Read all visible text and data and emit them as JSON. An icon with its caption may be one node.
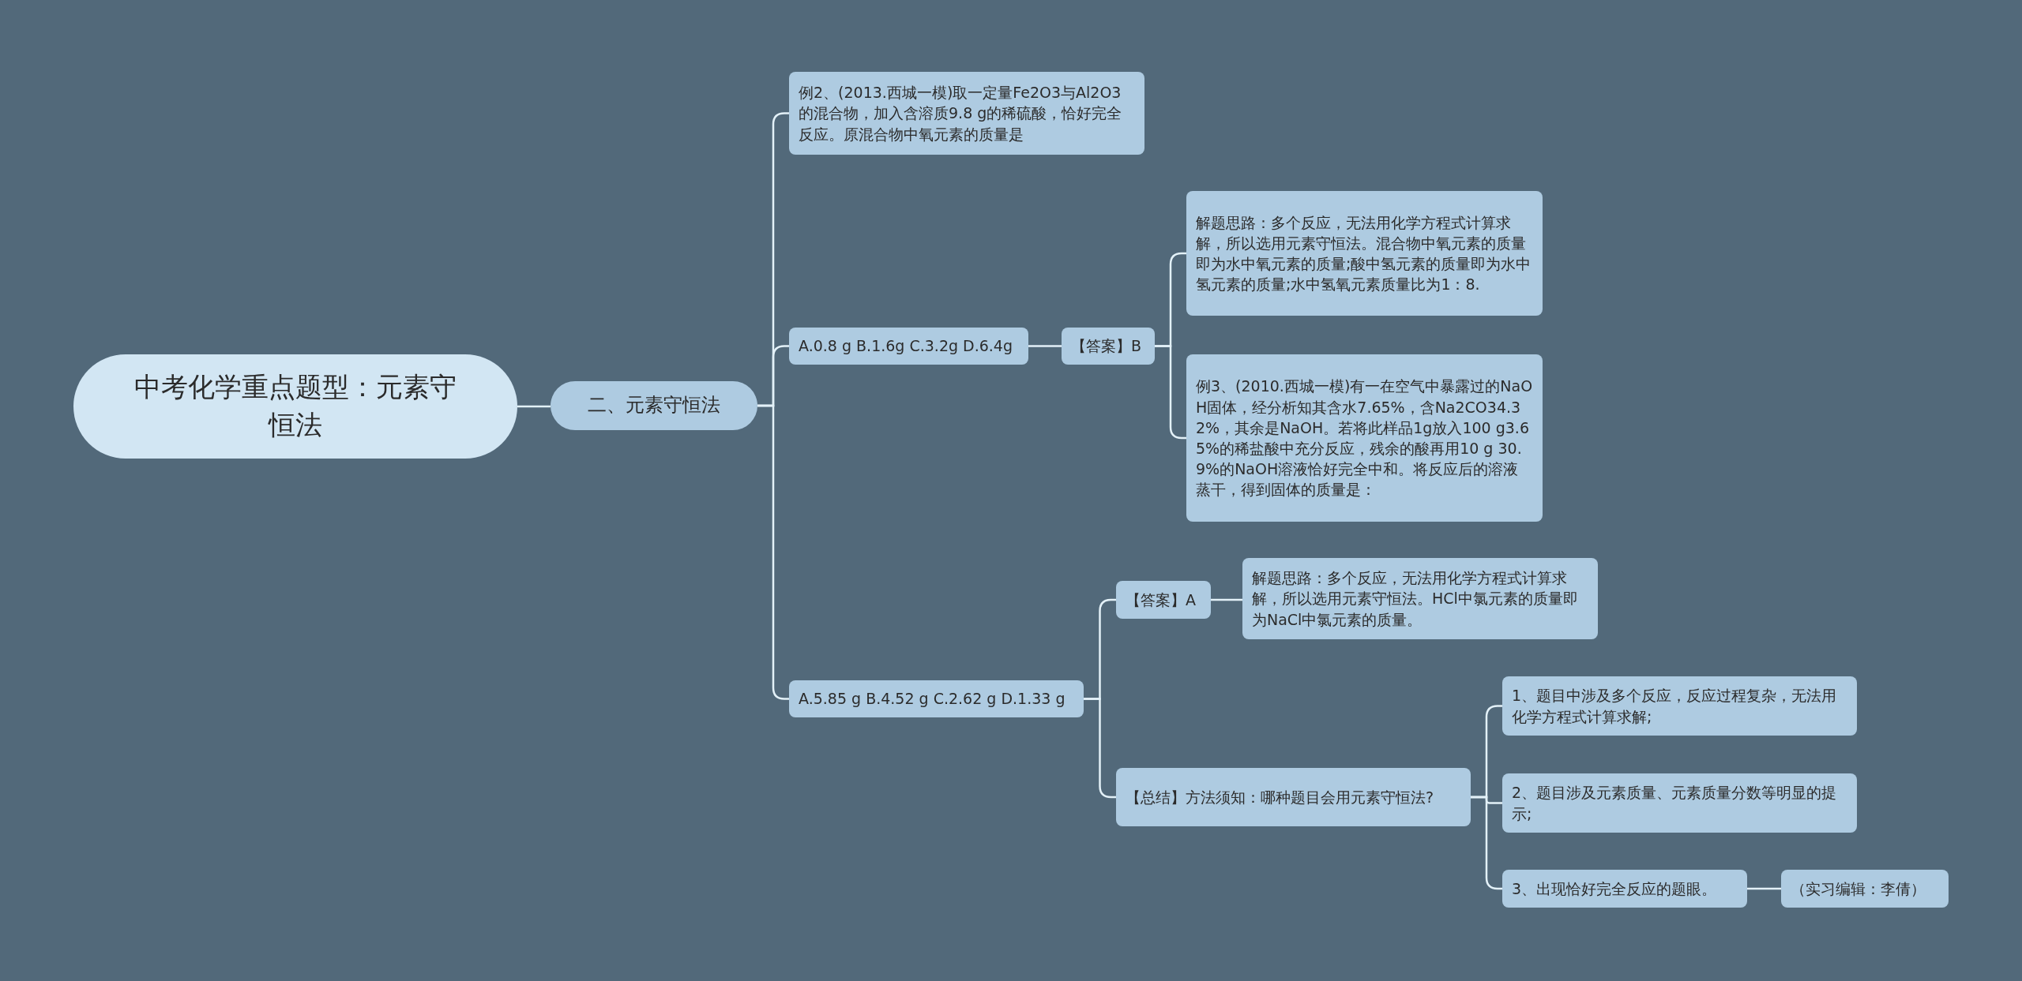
{
  "diagram": {
    "nodes": [
      {
        "text": [
          "中考化学重点题型：元素守恒法"
        ]
      },
      {
        "text": [
          "二、元素守恒法"
        ]
      },
      {
        "text": [
          "例2、(2013.西城一模)取一定量Fe2O3与Al2O3的混合物，加入含溶质9.8 g的稀硫酸，恰好完全反应。原混合物中氧元素的质量是"
        ]
      },
      {
        "text": [
          "A.0.8 g B.1.6g C.3.2g D.6.4g"
        ]
      },
      {
        "text": [
          "【答案】B"
        ]
      },
      {
        "text": [
          "解题思路：多个反应，无法用化学方程式计算求解，所以选用元素守恒法。混合物中氧元素的质量即为水中氧元素的质量;酸中氢元素的质量即为水中氢元素的质量;水中氢氧元素质量比为1：8."
        ]
      },
      {
        "text": [
          "例3、(2010.西城一模)有一在空气中暴露过的NaOH固体，经分析知其含水7.65%，含Na2CO34.32%，其余是NaOH。若将此样品1g放入100 g3.65%的稀盐酸中充分反应，残余的酸再用10 g 30.9%的NaOH溶液恰好完全中和。将反应后的溶液蒸干，得到固体的质量是："
        ]
      },
      {
        "text": [
          "A.5.85 g B.4.52 g C.2.62 g D.1.33 g"
        ]
      },
      {
        "text": [
          "【答案】A"
        ]
      },
      {
        "text": [
          "解题思路：多个反应，无法用化学方程式计算求解，所以选用元素守恒法。HCl中氯元素的质量即为NaCl中氯元素的质量。"
        ]
      },
      {
        "text": [
          "【总结】方法须知：哪种题目会用元素守恒法?"
        ]
      },
      {
        "text": [
          "1、题目中涉及多个反应，反应过程复杂，无法用化学方程式计算求解;"
        ]
      },
      {
        "text": [
          "2、题目涉及元素质量、元素质量分数等明显的提示;"
        ]
      },
      {
        "text": [
          "3、出现恰好完全反应的题眼。"
        ]
      },
      {
        "text": [
          "（实习编辑：李倩）"
        ]
      }
    ],
    "edges": [
      {
        "from": 0,
        "to": 1,
        "arrow": "none"
      },
      {
        "from": 1,
        "to": 2,
        "arrow": "none"
      },
      {
        "from": 1,
        "to": 3,
        "arrow": "none"
      },
      {
        "from": 1,
        "to": 7,
        "arrow": "none"
      },
      {
        "from": 3,
        "to": 4,
        "arrow": "none"
      },
      {
        "from": 4,
        "to": 5,
        "arrow": "none"
      },
      {
        "from": 4,
        "to": 6,
        "arrow": "none"
      },
      {
        "from": 7,
        "to": 8,
        "arrow": "none"
      },
      {
        "from": 7,
        "to": 10,
        "arrow": "none"
      },
      {
        "from": 8,
        "to": 9,
        "arrow": "none"
      },
      {
        "from": 10,
        "to": 11,
        "arrow": "none"
      },
      {
        "from": 10,
        "to": 12,
        "arrow": "none"
      },
      {
        "from": 10,
        "to": 13,
        "arrow": "none"
      },
      {
        "from": 13,
        "to": 14,
        "arrow": "none"
      }
    ]
  }
}
